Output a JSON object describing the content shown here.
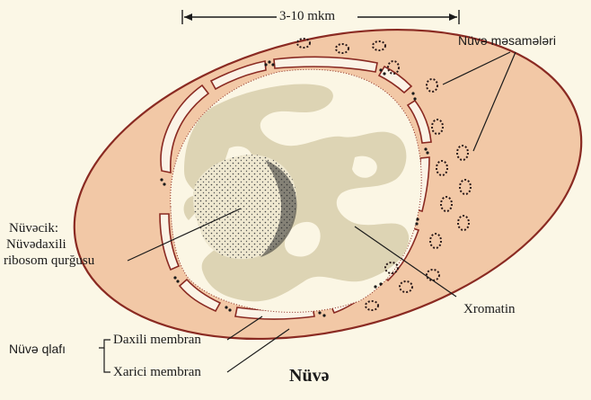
{
  "scale": "3-10 mkm",
  "title": "Nüvə",
  "labels": {
    "pores": "Nüvə məsamələri",
    "chromatin": "Xromatin",
    "nucleolus_1": "Nüvəcik:",
    "nucleolus_2": "Nüvədaxili",
    "nucleolus_3": "ribosom qurğusu",
    "envelope": "Nüvə qlafı",
    "inner_membrane": "Daxili membran",
    "outer_membrane": "Xarici membran"
  },
  "colors": {
    "envelope_fill": "#f2c8a6",
    "outline": "#8a2a22",
    "nucleoplasm": "#fbf6e4",
    "chromatin": "#ddd4b4"
  }
}
